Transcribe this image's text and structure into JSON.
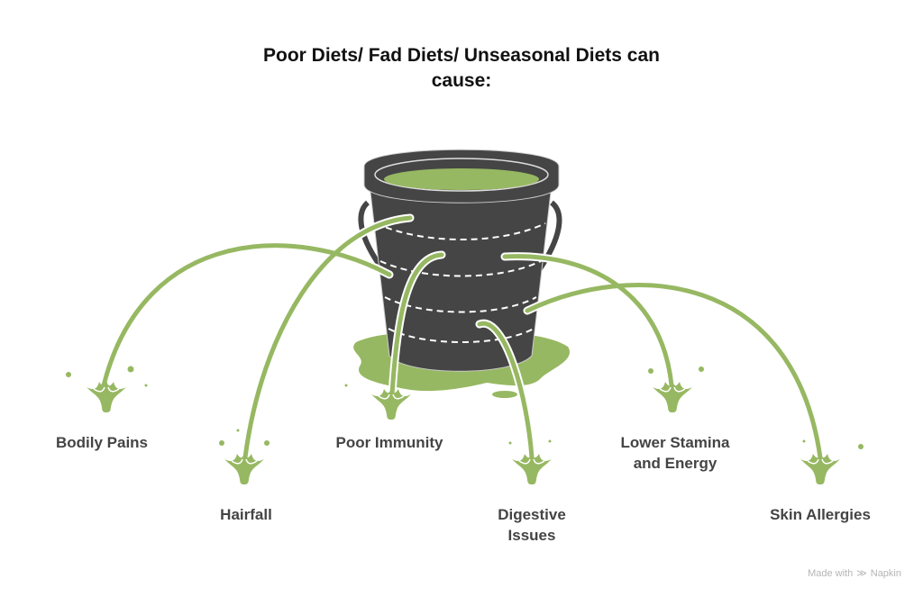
{
  "title": "Poor Diets/ Fad Diets/ Unseasonal Diets can cause:",
  "effects": [
    {
      "label": "Bodily Pains"
    },
    {
      "label": "Hairfall"
    },
    {
      "label": "Poor Immunity"
    },
    {
      "label": "Digestive Issues"
    },
    {
      "label": "Lower Stamina and Energy"
    },
    {
      "label": "Skin Allergies"
    }
  ],
  "colors": {
    "liquid": "#97b862",
    "bucket": "#454545",
    "text": "#444444"
  },
  "watermark": {
    "prefix": "Made with",
    "brand": "Napkin"
  }
}
